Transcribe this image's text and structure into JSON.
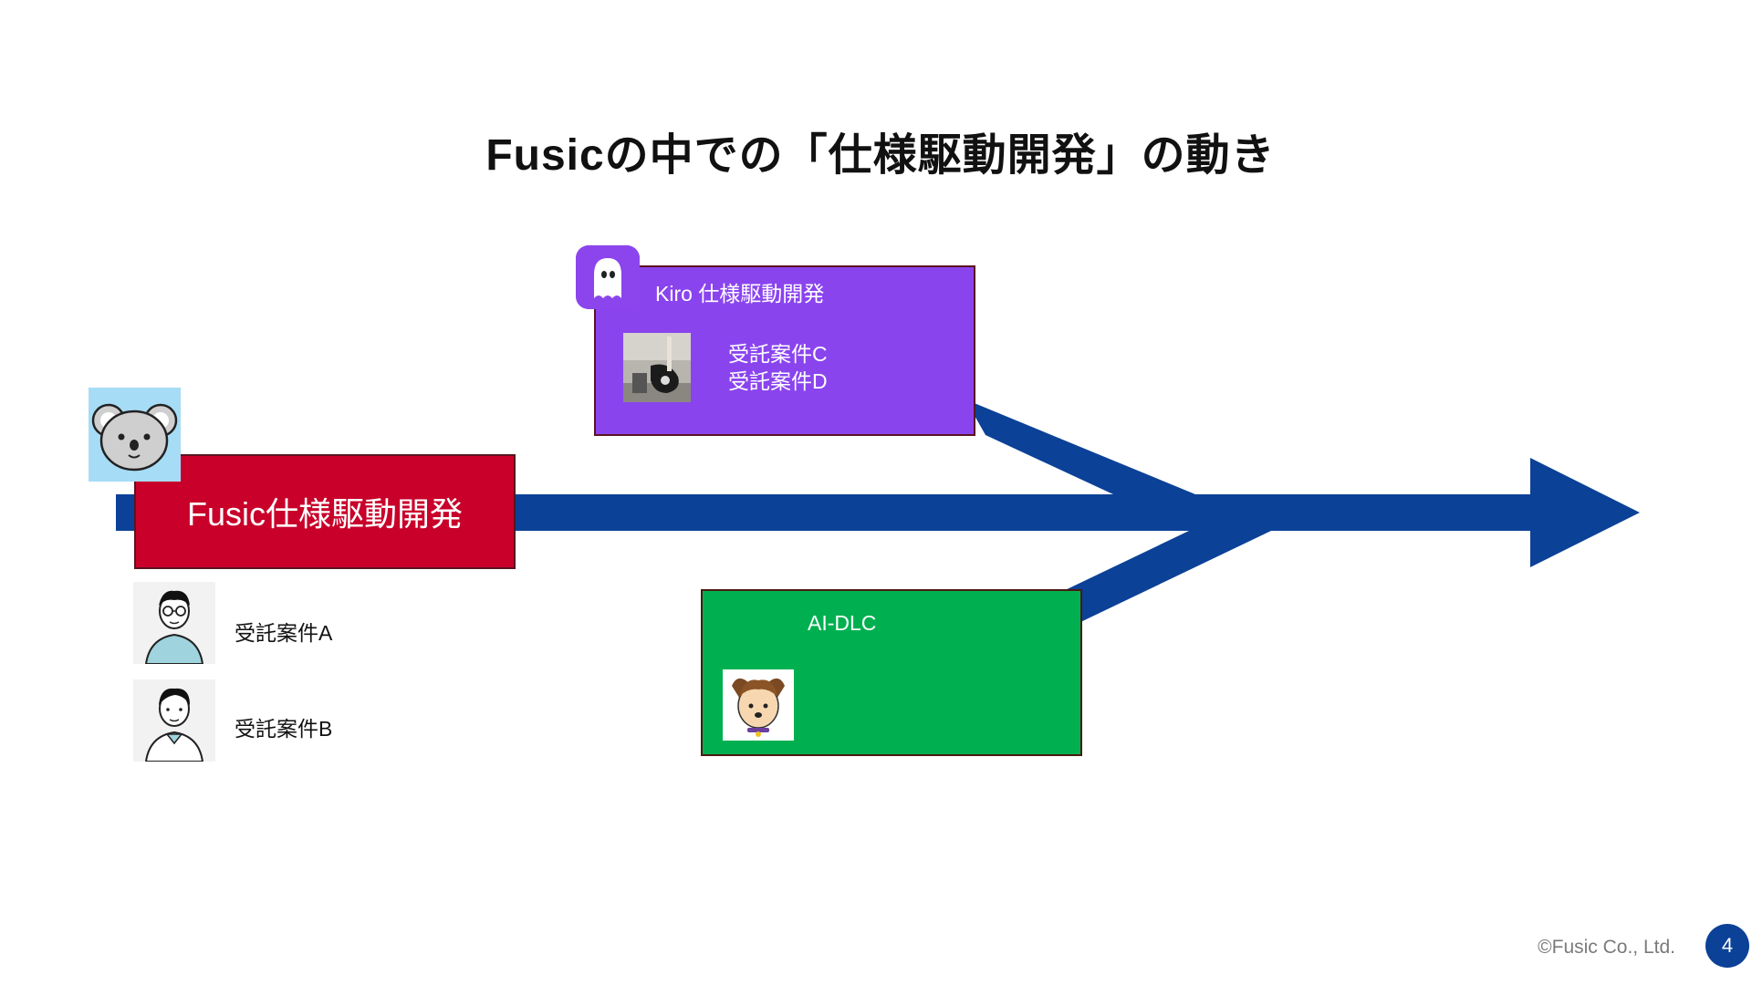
{
  "title": "Fusicの中での「仕様駆動開発」の動き",
  "kiro": {
    "label": "Kiro 仕様駆動開発",
    "cases": [
      "受託案件C",
      "受託案件D"
    ],
    "icon": "ghost-app-icon",
    "color": "#8a44ee"
  },
  "fusic": {
    "label": "Fusic仕様駆動開発",
    "icon": "koala-icon",
    "color": "#c8002a"
  },
  "aidlc": {
    "label": "AI-DLC",
    "icon": "dog-avatar-icon",
    "color": "#00b050"
  },
  "cases": [
    {
      "label": "受託案件A",
      "icon": "person-glasses-avatar"
    },
    {
      "label": "受託案件B",
      "icon": "person-avatar"
    }
  ],
  "arrow_color": "#0b4197",
  "footer": {
    "copyright": "©Fusic Co., Ltd.",
    "page": "4"
  }
}
